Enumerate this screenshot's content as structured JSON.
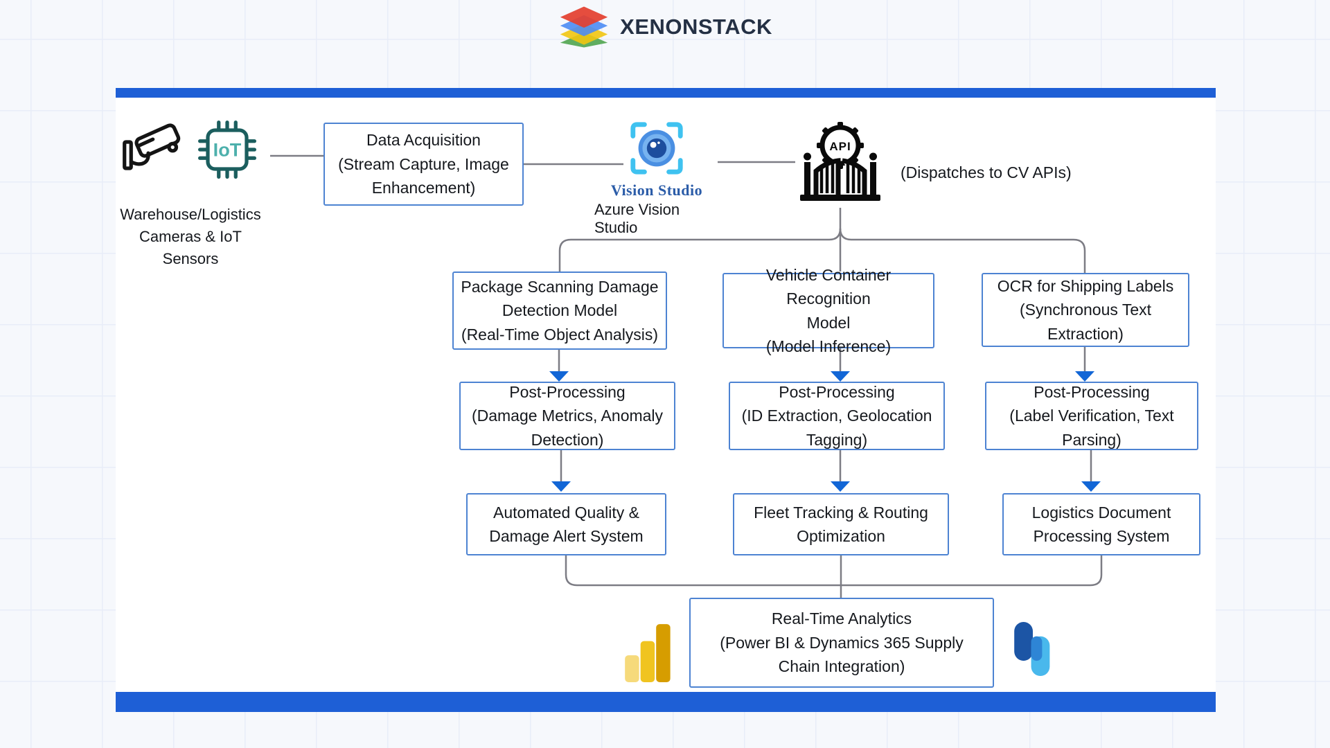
{
  "brand": {
    "name": "XENONSTACK"
  },
  "colors": {
    "bar_blue": "#1e5fd6",
    "box_border_blue": "#4d83d2",
    "arrow_blue": "#1266d6",
    "connector_gray": "#7c7c84",
    "brand_text": "#243044",
    "vision_caption_blue": "#2b5ca8",
    "iot_teal": "#1b5e5e",
    "powerbi_gold": "#d69d00",
    "dynamics_blue": "#49b8ec"
  },
  "icons": {
    "logo": "layer-stack-logo",
    "camera": "cctv-camera-icon",
    "iot_chip": "iot-chip-icon",
    "iot_chip_label": "IoT",
    "vision_studio": "vision-studio-eye-icon",
    "api_gateway": "api-gateway-icon",
    "api_gateway_label": "API",
    "power_bi": "power-bi-bar-chart-icon",
    "dynamics365": "dynamics-365-icon"
  },
  "sources": {
    "lines": [
      "Warehouse/Logistics",
      "Cameras & IoT",
      "Sensors"
    ]
  },
  "nodes": {
    "data_acquisition": {
      "lines": [
        "Data Acquisition",
        "(Stream Capture, Image",
        "Enhancement)"
      ]
    },
    "vision_studio": {
      "caption": "Vision Studio",
      "subcaption": "Azure Vision Studio"
    },
    "api_gateway": {
      "annotation": "(Dispatches to CV APIs)"
    },
    "models": [
      {
        "lines": [
          "Package Scanning  Damage",
          "Detection Model",
          "(Real-Time Object Analysis)"
        ]
      },
      {
        "lines": [
          "Vehicle  Container Recognition",
          "Model",
          "(Model Inference)"
        ]
      },
      {
        "lines": [
          "OCR  for Shipping Labels",
          "(Synchronous Text",
          "Extraction)"
        ]
      }
    ],
    "post_processing": [
      {
        "lines": [
          "Post-Processing",
          "(Damage Metrics, Anomaly",
          "Detection)"
        ]
      },
      {
        "lines": [
          "Post-Processing",
          "(ID Extraction, Geolocation",
          "Tagging)"
        ]
      },
      {
        "lines": [
          "Post-Processing",
          "(Label Verification, Text",
          "Parsing)"
        ]
      }
    ],
    "outputs": [
      {
        "lines": [
          "Automated Quality &",
          "Damage Alert System"
        ]
      },
      {
        "lines": [
          "Fleet Tracking & Routing",
          "Optimization"
        ]
      },
      {
        "lines": [
          "Logistics Document",
          "Processing System"
        ]
      }
    ],
    "analytics": {
      "lines": [
        "Real-Time Analytics",
        "(Power BI & Dynamics 365 Supply",
        "Chain Integration)"
      ]
    }
  }
}
